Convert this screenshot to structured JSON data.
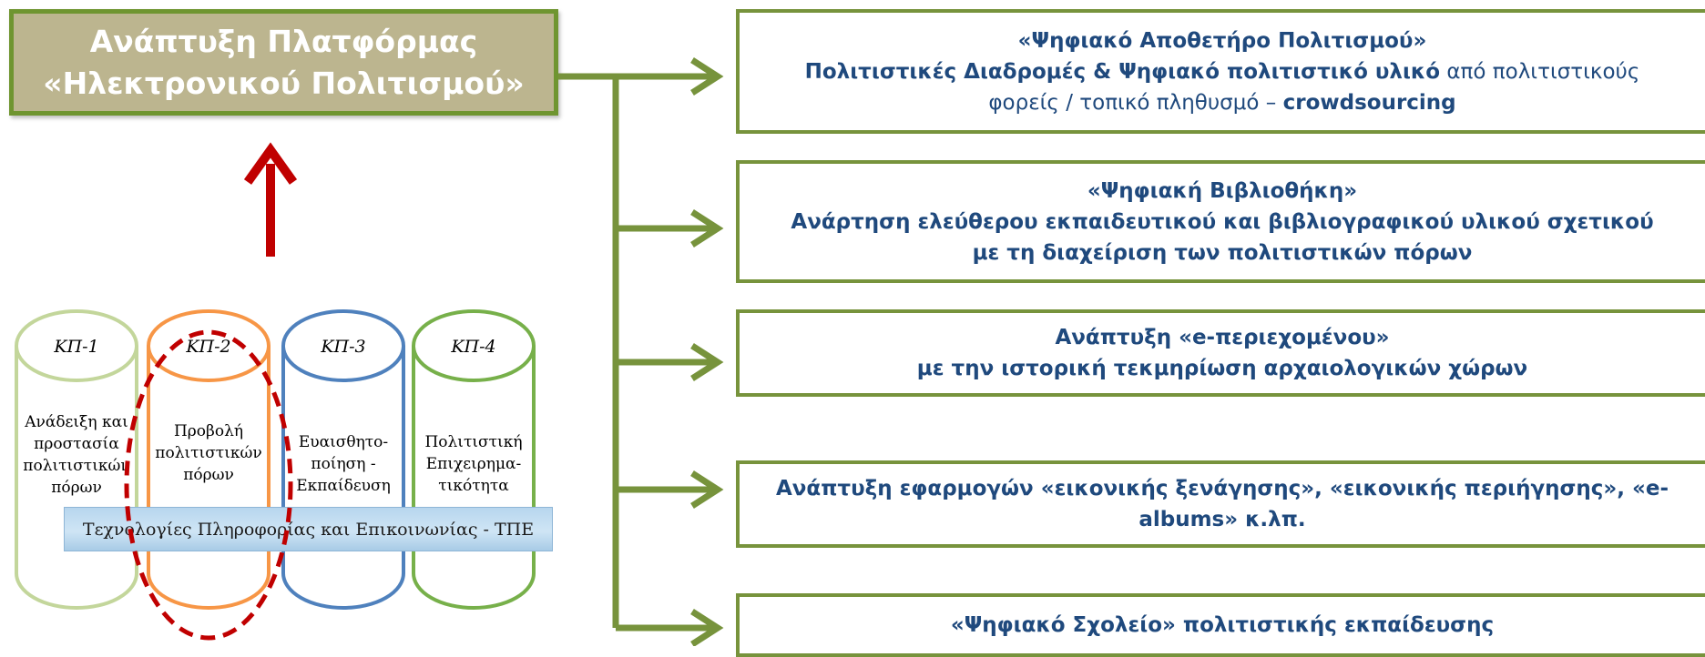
{
  "platform": {
    "line1": "Ανάπτυξη Πλατφόρμας",
    "line2": "«Ηλεκτρονικού Πολιτισμού»"
  },
  "cylinders": [
    {
      "label": "ΚΠ-1",
      "text": [
        "Ανάδειξη και",
        "προστασία",
        "πολιτιστικών",
        "πόρων"
      ],
      "color": "#c3d69b"
    },
    {
      "label": "ΚΠ-2",
      "text": [
        "Προβολή",
        "πολιτιστικών",
        "πόρων"
      ],
      "color": "#f79646"
    },
    {
      "label": "ΚΠ-3",
      "text": [
        "Ευαισθητο-",
        "ποίηση -",
        "Εκπαίδευση"
      ],
      "color": "#4f81bd"
    },
    {
      "label": "ΚΠ-4",
      "text": [
        "Πολιτιστική",
        "Επιχειρημα-",
        "τικότητα"
      ],
      "color": "#77b04a"
    }
  ],
  "ict_band": "Τεχνολογίες Πληροφορίας και Επικοινωνίας - ΤΠΕ",
  "outputs": {
    "box1": {
      "title": "«Ψηφιακό Αποθετήρο Πολιτισμού»",
      "bold_part": "Πολιτιστικές Διαδρομές & Ψηφιακό πολιτιστικό υλικό",
      "normal_part1": " από πολιτιστικούς",
      "normal_part2": "φορείς / τοπικό πληθυσμό – ",
      "bold_end": "crowdsourcing"
    },
    "box2": {
      "title": "«Ψηφιακή Βιβλιοθήκη»",
      "line2": "Ανάρτηση ελεύθερου εκπαιδευτικού και βιβλιογραφικού υλικού σχετικού",
      "line3": "με τη διαχείριση των πολιτιστικών πόρων"
    },
    "box3": {
      "title": "Ανάπτυξη «e-περιεχομένου»",
      "line2": "με την ιστορική τεκμηρίωση αρχαιολογικών χώρων"
    },
    "box4": {
      "line1": "Ανάπτυξη εφαρμογών «εικονικής ξενάγησης», «εικονικής περιήγησης», «e-",
      "line2": "albums» κ.λπ."
    },
    "box5": {
      "title": "«Ψηφιακό Σχολείο» πολιτιστικής εκπαίδευσης"
    }
  },
  "colors": {
    "arrow_green": "#77933c",
    "up_arrow": "#c00000",
    "highlight_ellipse": "#c00000"
  }
}
